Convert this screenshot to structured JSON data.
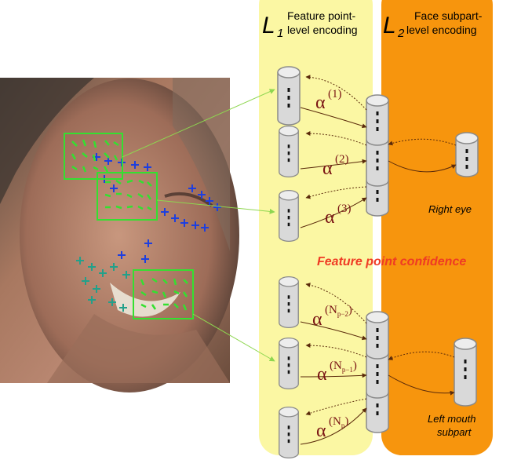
{
  "panels": {
    "l1": {
      "letter": "L",
      "subscript": "1",
      "title_line1": "Feature point-",
      "title_line2": "level encoding",
      "color": "#fbf7a3"
    },
    "l2": {
      "letter": "L",
      "subscript": "2",
      "title_line1": "Face subpart-",
      "title_line2": "level encoding",
      "color": "#f7950d"
    }
  },
  "center_label": "Feature point confidence",
  "subpart_labels": {
    "right_eye": "Right eye",
    "left_mouth_line1": "Left mouth",
    "left_mouth_line2": "subpart"
  },
  "alphas": [
    {
      "base": "α",
      "sup": "(1)"
    },
    {
      "base": "α",
      "sup": "(2)"
    },
    {
      "base": "α",
      "sup": "(3)"
    },
    {
      "base": "α",
      "sup_pre": "(N",
      "sub": "p−2",
      "sup_post": ")"
    },
    {
      "base": "α",
      "sup_pre": "(N",
      "sub": "p−1",
      "sup_post": ")"
    },
    {
      "base": "α",
      "sup_pre": "(N",
      "sub": "p",
      "sup_post": ")"
    }
  ],
  "colors": {
    "alpha": "#7a1414",
    "confidence": "#ef3b24",
    "arrow_green": "#8ed650",
    "arrow_dark": "#5a2a0a",
    "cylinder_fill": "#d9d9d9",
    "cylinder_stroke": "#8a8a8a",
    "marker_blue": "#1d3fe0",
    "marker_teal": "#23a08a",
    "patch_green": "#34e030"
  },
  "icons": [
    "face-photo",
    "cylinder-node-icon",
    "plus-marker-icon"
  ]
}
